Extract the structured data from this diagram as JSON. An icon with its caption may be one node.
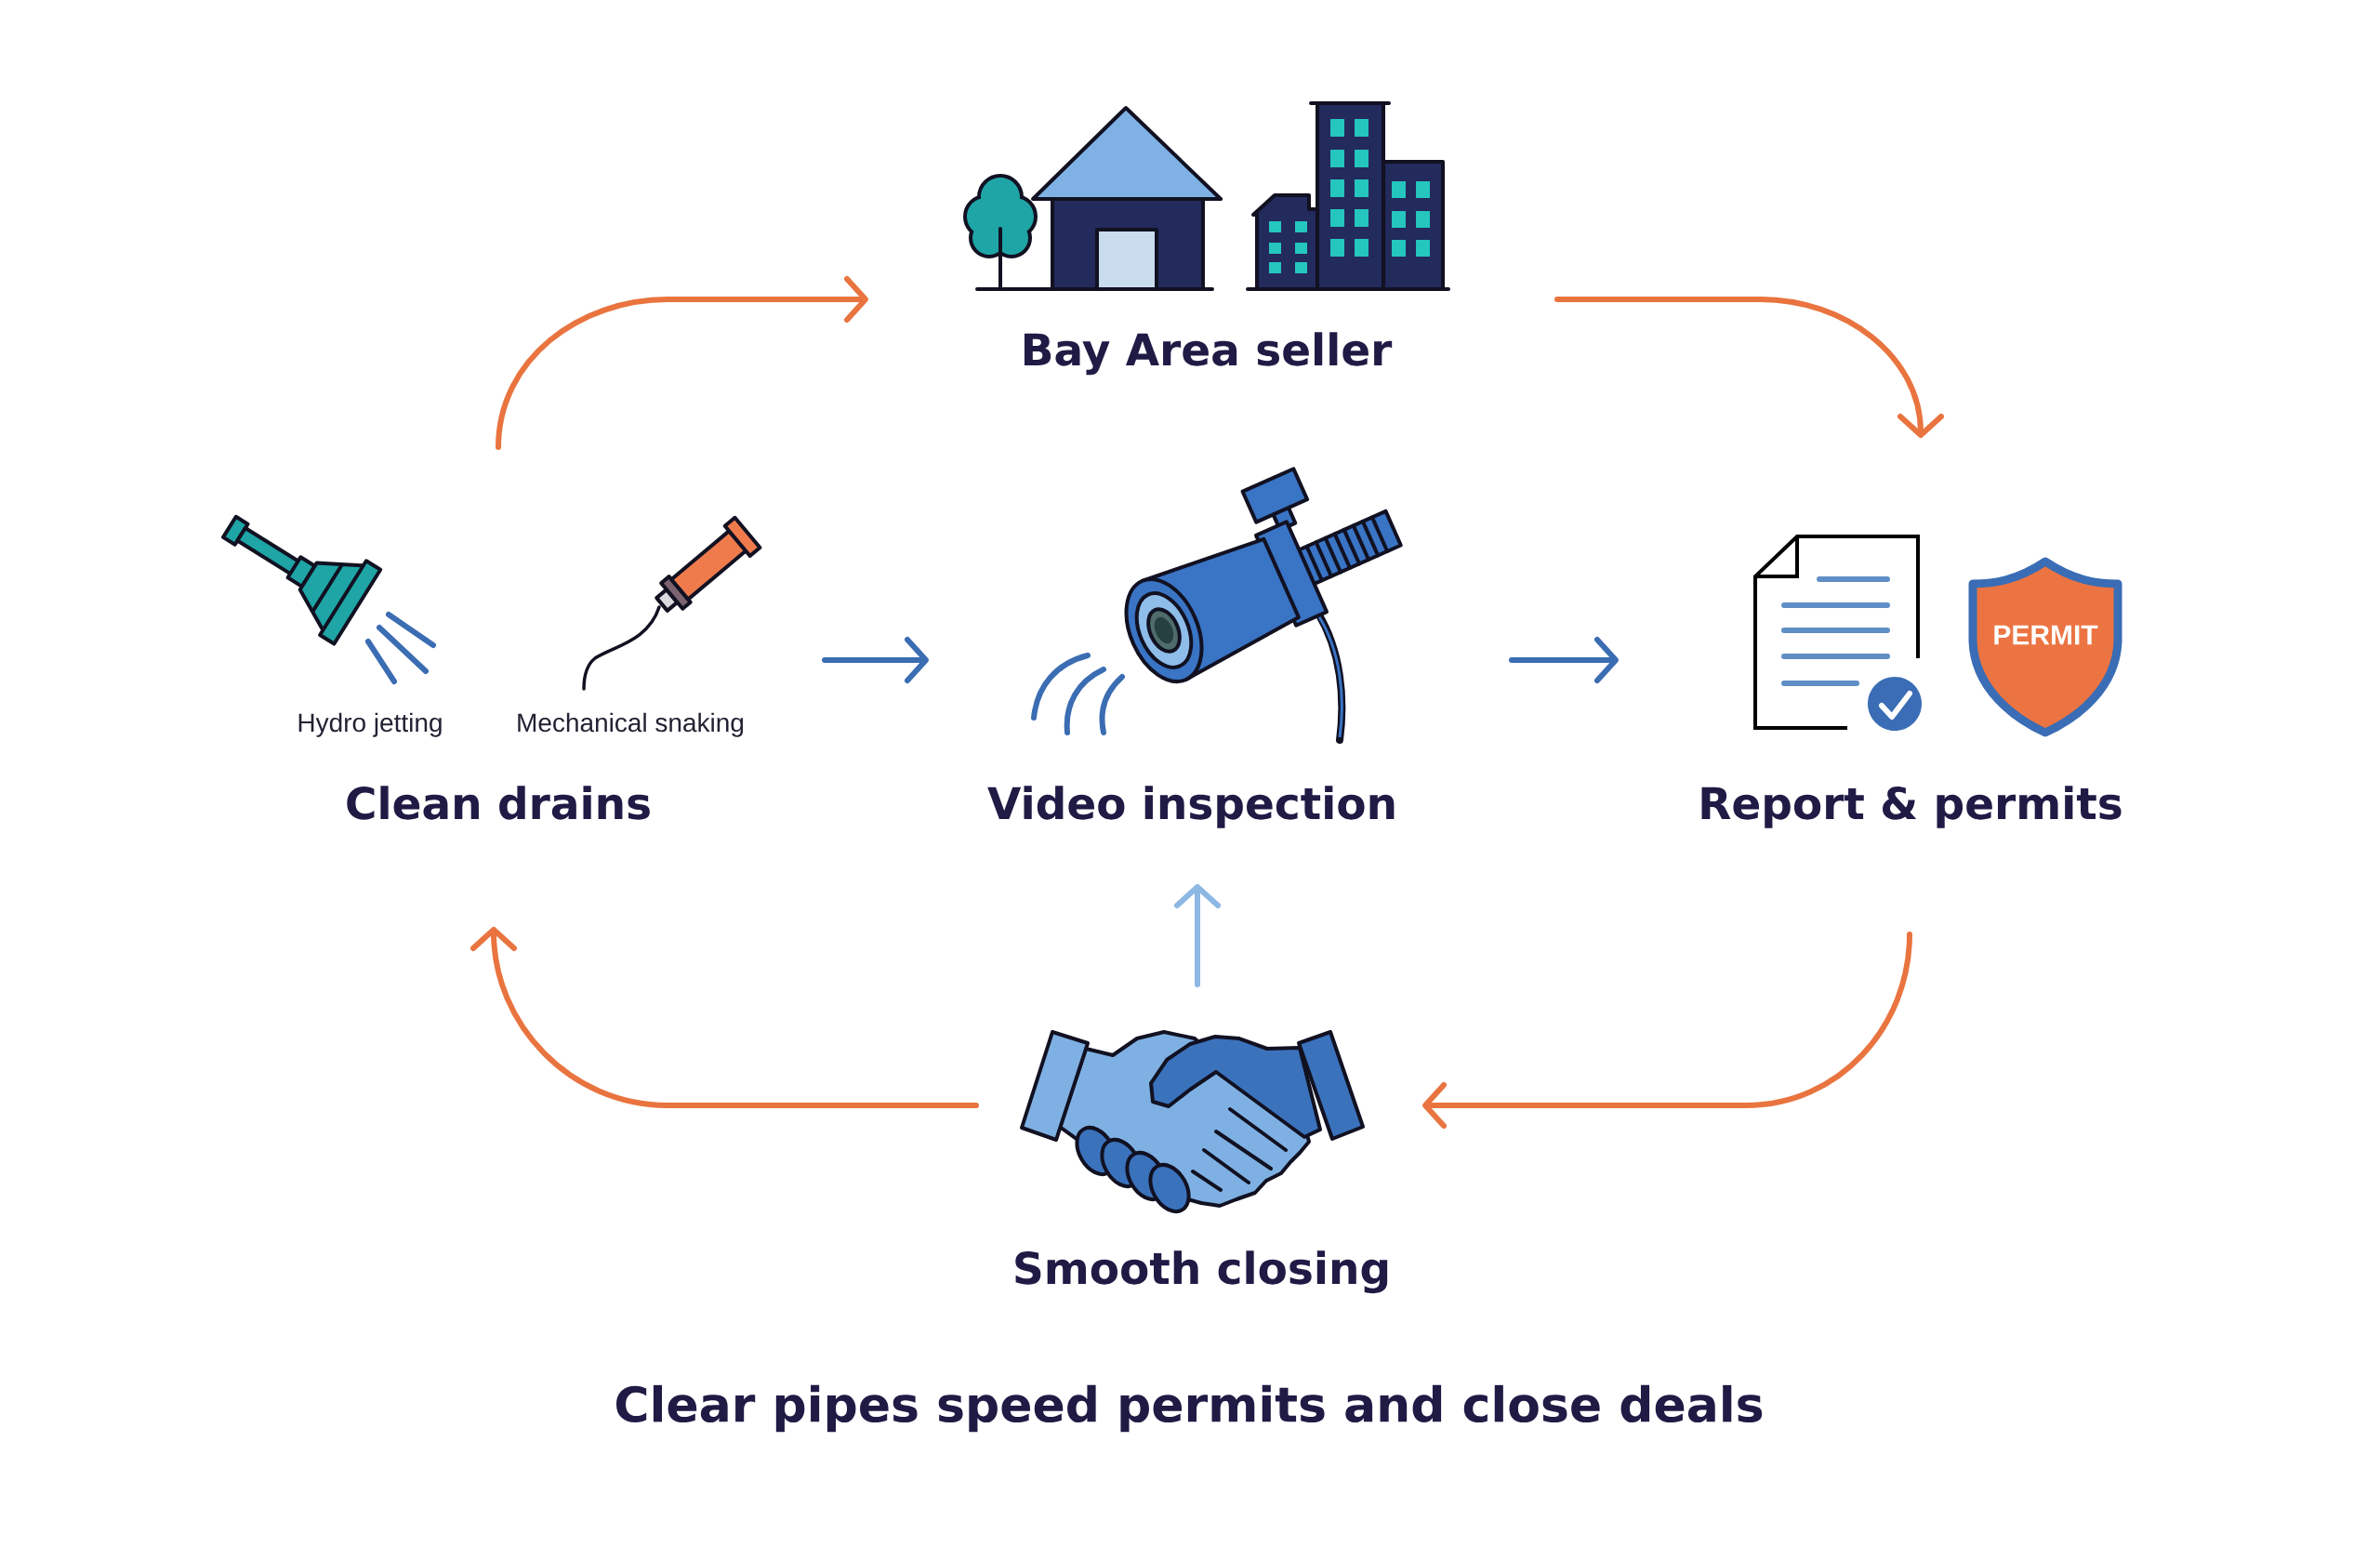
{
  "diagram": {
    "caption": "Clear pipes speed permits and close deals",
    "nodes": [
      {
        "text": [
          "Bay Area seller"
        ]
      },
      {
        "text": [
          "Hydro jetting",
          "Mechanical snaking",
          "Clean drains"
        ]
      },
      {
        "text": [
          "Video inspection"
        ]
      },
      {
        "text": [
          "Report & permits"
        ]
      },
      {
        "text": [
          "Smooth closing"
        ]
      }
    ],
    "edges": [
      {
        "from": 1,
        "to": 0,
        "arrow": "to"
      },
      {
        "from": 0,
        "to": 3,
        "arrow": "to"
      },
      {
        "from": 1,
        "to": 2,
        "arrow": "to",
        "color": "#3b6db3"
      },
      {
        "from": 2,
        "to": 3,
        "arrow": "to",
        "color": "#3b6db3"
      },
      {
        "from": 3,
        "to": 4,
        "arrow": "to"
      },
      {
        "from": 4,
        "to": 2,
        "arrow": "to",
        "color": "#8db8e4"
      },
      {
        "from": 4,
        "to": 1,
        "arrow": "to"
      }
    ],
    "labels": [
      "PERMIT"
    ]
  }
}
